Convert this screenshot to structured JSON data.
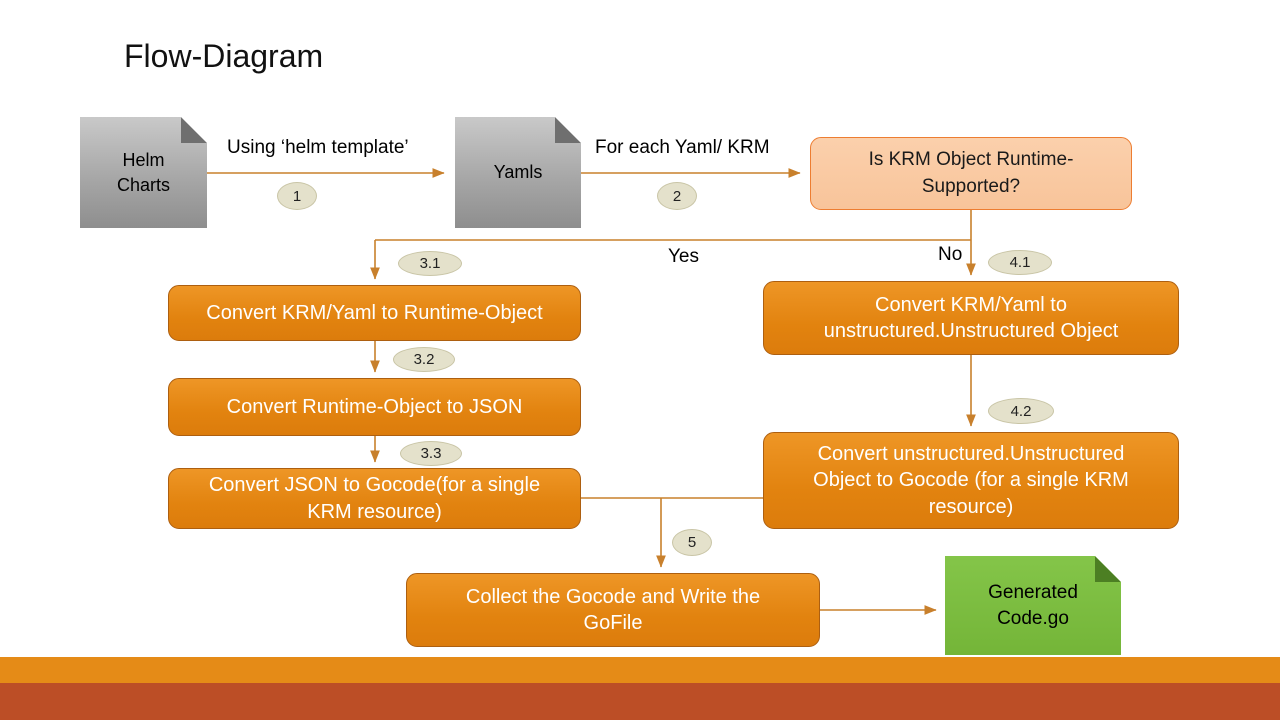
{
  "title": "Flow-Diagram",
  "nodes": {
    "helm_charts": "Helm Charts",
    "yamls": "Yamls",
    "decision": "Is KRM Object Runtime-Supported?",
    "convert_runtime": "Convert KRM/Yaml to Runtime-Object",
    "convert_unstructured": "Convert KRM/Yaml to unstructured.Unstructured Object",
    "runtime_to_json": "Convert Runtime-Object to JSON",
    "json_to_gocode": "Convert JSON to Gocode(for a single KRM resource)",
    "unstructured_to_gocode": "Convert unstructured.Unstructured Object to Gocode (for a single KRM resource)",
    "collect_gocode": "Collect the Gocode and Write the GoFile",
    "generated_code": "Generated Code.go"
  },
  "edges": {
    "helm_to_yamls": "Using ‘helm template’",
    "yamls_to_decision": "For each Yaml/ KRM",
    "yes_label": "Yes",
    "no_label": "No"
  },
  "badges": {
    "b1": "1",
    "b2": "2",
    "b31": "3.1",
    "b32": "3.2",
    "b33": "3.3",
    "b41": "4.1",
    "b42": "4.2",
    "b5": "5"
  },
  "colors": {
    "process_orange": "#E2830F",
    "process_border": "#AD5F10",
    "decision_fill": "#F8C49A",
    "decision_border": "#ED7D31",
    "card_gray": "#A7A7A7",
    "card_green": "#7CBE40",
    "badge_fill": "#E4E1CB",
    "connector": "#C8802C",
    "footer_stripe": "#E58B17",
    "footer_band": "#BC4E26"
  }
}
